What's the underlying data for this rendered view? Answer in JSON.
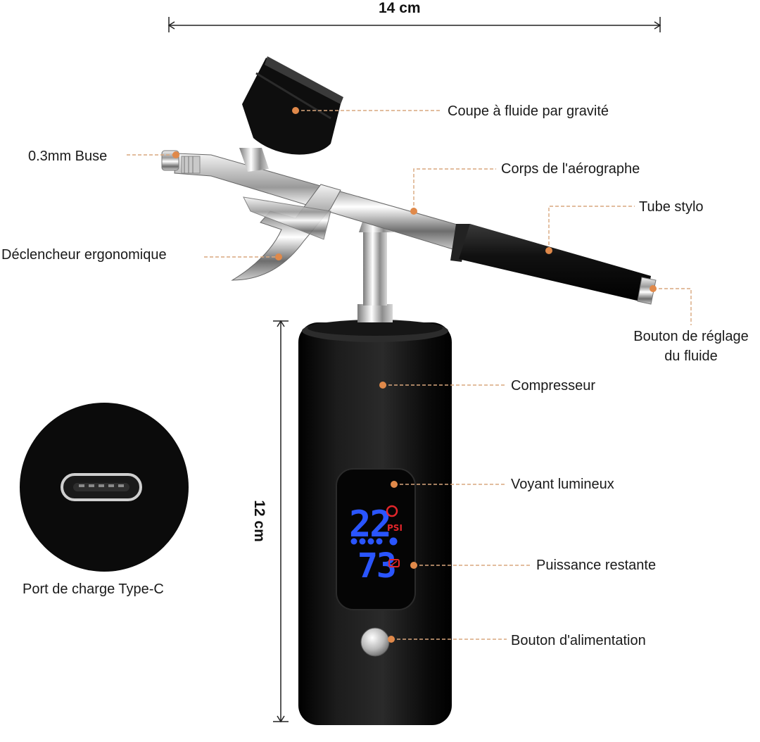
{
  "dimensions": {
    "width_label": "14 cm",
    "height_label": "12 cm"
  },
  "labels": {
    "gravity_cup": "Coupe à fluide par gravité",
    "nozzle": "0.3mm Buse",
    "body": "Corps de l'aérographe",
    "pen_tube": "Tube stylo",
    "trigger": "Déclencheur ergonomique",
    "fluid_adjust_line1": "Bouton de réglage",
    "fluid_adjust_line2": "du fluide",
    "compressor": "Compresseur",
    "indicator": "Voyant lumineux",
    "battery": "Puissance restante",
    "power_button": "Bouton d'alimentation",
    "usb_port": "Port de charge Type-C"
  },
  "display": {
    "pressure_value": "22",
    "pressure_unit": "PSI",
    "battery_value": "73"
  },
  "colors": {
    "callout_dot": "#e0894a",
    "callout_line": "#d9a77e",
    "lcd_digits": "#2a55ff",
    "lcd_red": "#e3262b",
    "device_black": "#0d0d0d"
  }
}
